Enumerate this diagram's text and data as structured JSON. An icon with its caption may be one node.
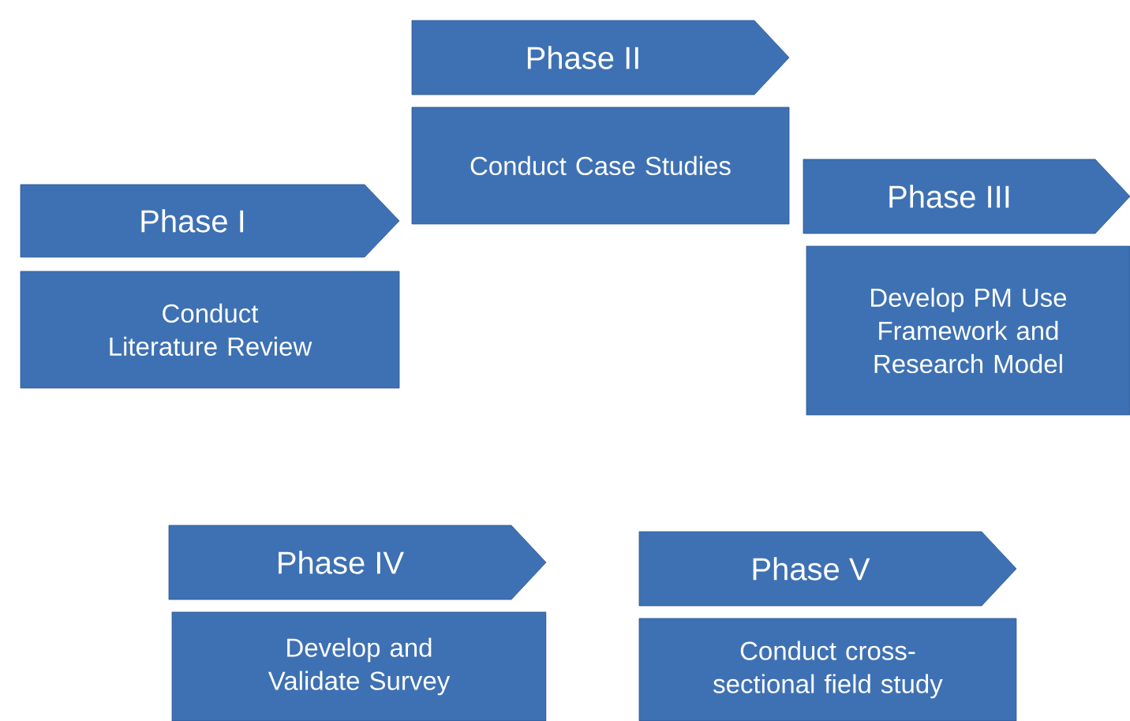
{
  "diagram": {
    "nodes": [
      {
        "text": [
          "Phase I"
        ]
      },
      {
        "text": [
          "Conduct Literature Review"
        ]
      },
      {
        "text": [
          "Phase II"
        ]
      },
      {
        "text": [
          "Conduct Case Studies"
        ]
      },
      {
        "text": [
          "Phase III"
        ]
      },
      {
        "text": [
          "Develop PM Use Framework and Research Model"
        ]
      },
      {
        "text": [
          "Phase IV"
        ]
      },
      {
        "text": [
          "Develop and Validate Survey"
        ]
      },
      {
        "text": [
          "Phase V"
        ]
      },
      {
        "text": [
          "Conduct cross-sectional field study"
        ]
      }
    ]
  }
}
